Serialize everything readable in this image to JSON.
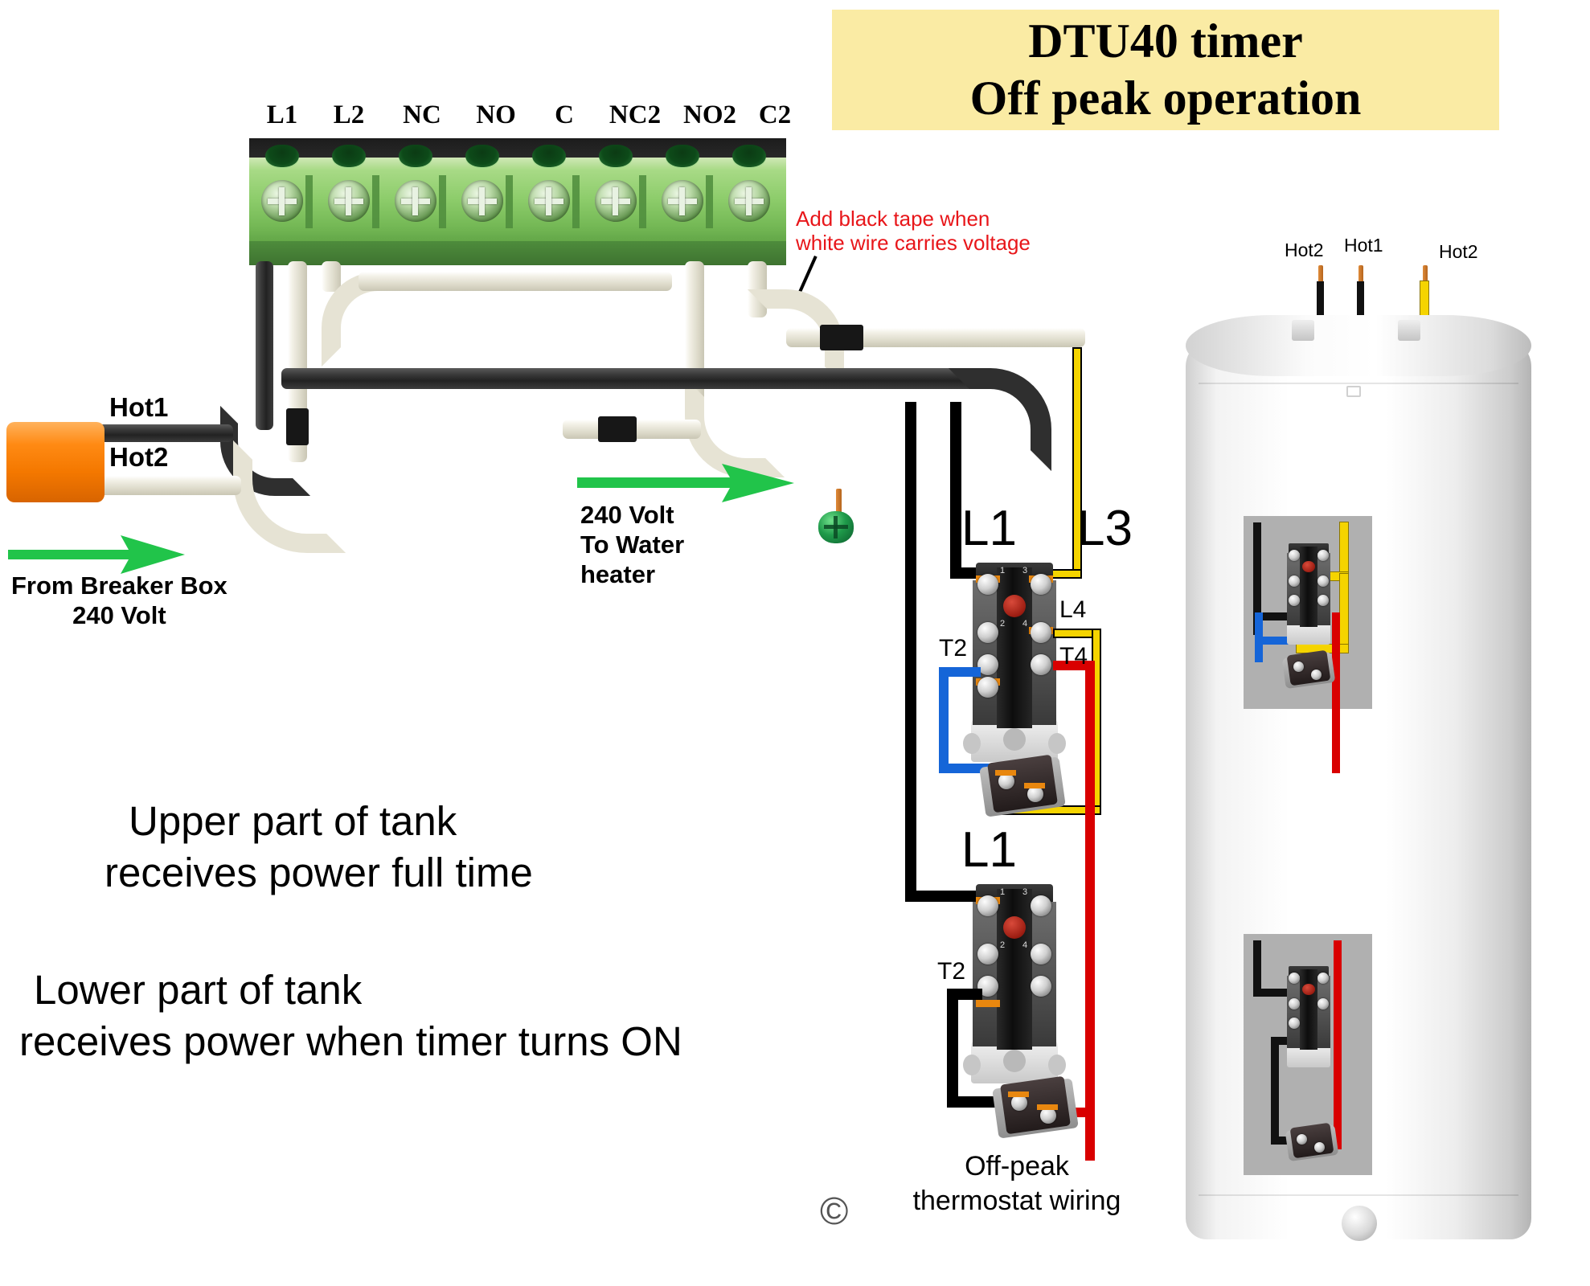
{
  "title": {
    "line1": "DTU40 timer",
    "line2": "Off peak operation",
    "background_color": "#faeba4"
  },
  "terminal_block": {
    "labels": [
      "L1",
      "L2",
      "NC",
      "NO",
      "C",
      "NC2",
      "NO2",
      "C2"
    ],
    "color": "#8ccc6a",
    "terminal_count": 8
  },
  "annotations": {
    "black_tape_note": {
      "line1": "Add black tape when",
      "line2": "white wire carries voltage",
      "color": "#e8161a"
    },
    "breaker_arrow": {
      "line1": "From Breaker Box",
      "line2": "240 Volt",
      "arrow_color": "#21c44a"
    },
    "water_heater_arrow": {
      "line1": "240 Volt",
      "line2": "To Water",
      "line3": "heater",
      "arrow_color": "#21c44a"
    },
    "upper_tank_text": {
      "line1": "Upper part of tank",
      "line2": "receives power full time"
    },
    "lower_tank_text": {
      "line1": "Lower part of tank",
      "line2": "receives power when timer turns ON"
    },
    "thermostat_caption": {
      "line1": "Off-peak",
      "line2": "thermostat wiring"
    },
    "copyright": "©"
  },
  "feed_wires": {
    "hot1": {
      "label": "Hot1",
      "color": "#2b2b2b"
    },
    "hot2": {
      "label": "Hot2",
      "color": "#e8e5d7"
    },
    "conduit_color": "#f58220"
  },
  "upper_thermostat": {
    "terminals": [
      {
        "name": "L1",
        "wire_color": "#000000",
        "position": "top-left"
      },
      {
        "name": "L3",
        "wire_color": "#f5d400",
        "position": "top-right"
      },
      {
        "name": "L4",
        "wire_color": "#f5d400",
        "position": "mid-right"
      },
      {
        "name": "T2",
        "wire_color": "#1565d8",
        "position": "lower-left"
      },
      {
        "name": "T4",
        "wire_color": "#d90000",
        "position": "lower-right"
      }
    ],
    "screw_numbers": [
      "1",
      "3",
      "2",
      "4"
    ]
  },
  "lower_thermostat": {
    "terminals": [
      {
        "name": "L1",
        "wire_color": "#000000",
        "position": "top-left"
      },
      {
        "name": "T2",
        "wire_color": "#000000",
        "position": "lower-left"
      }
    ],
    "screw_numbers": [
      "1",
      "3",
      "2",
      "4"
    ]
  },
  "tank": {
    "wire_stubs": [
      {
        "label": "Hot2",
        "color": "#111111"
      },
      {
        "label": "Hot1",
        "color": "#111111"
      },
      {
        "label": "Hot2",
        "color": "#f5d400"
      }
    ],
    "panels": [
      "upper-access-panel",
      "lower-access-panel"
    ],
    "body_color": "#ffffff"
  }
}
